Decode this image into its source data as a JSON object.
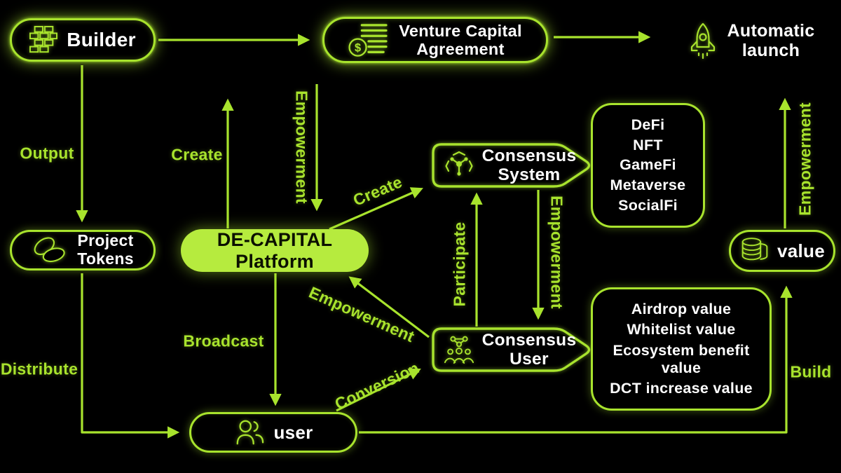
{
  "colors": {
    "accent": "#a8e32d",
    "platform_fill": "#b6eb3e",
    "background": "#000000",
    "text_light": "#ffffff",
    "text_dark": "#0b1000"
  },
  "nodes": {
    "builder": {
      "label": "Builder"
    },
    "venture_capital_agreement": {
      "line1": "Venture Capital",
      "line2": "Agreement"
    },
    "automatic_launch": {
      "line1": "Automatic",
      "line2": "launch"
    },
    "project_tokens": {
      "line1": "Project",
      "line2": "Tokens"
    },
    "de_capital_platform": {
      "line1": "DE-CAPITAL",
      "line2": "Platform"
    },
    "consensus_system": {
      "line1": "Consensus",
      "line2": "System"
    },
    "consensus_user": {
      "line1": "Consensus",
      "line2": "User"
    },
    "user": {
      "label": "user"
    },
    "value": {
      "label": "value"
    }
  },
  "boxes": {
    "fi_sectors": {
      "items": [
        "DeFi",
        "NFT",
        "GameFi",
        "Metaverse",
        "SocialFi"
      ]
    },
    "value_types": {
      "items": [
        "Airdrop value",
        "Whitelist value",
        "Ecosystem benefit value",
        "DCT increase value"
      ]
    }
  },
  "edges": {
    "output": "Output",
    "create_up": "Create",
    "empowerment_left": "Empowerment",
    "create_diagonal": "Create",
    "participate": "Participate",
    "empowerment_middle": "Empowerment",
    "empowerment_diagonal": "Empowerment",
    "broadcast": "Broadcast",
    "conversion": "Conversion",
    "distribute": "Distribute",
    "build": "Build",
    "empowerment_right": "Empowerment"
  }
}
